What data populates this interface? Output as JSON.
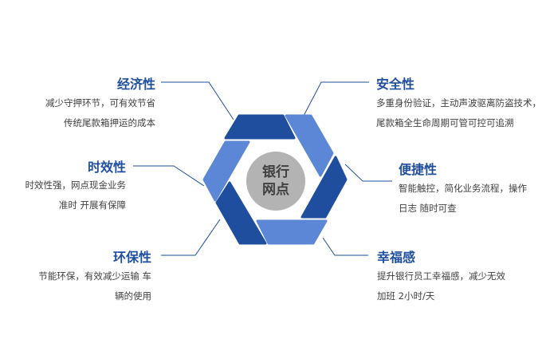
{
  "center": {
    "line1": "银行",
    "line2": "网点"
  },
  "colors": {
    "dark": "#1f4e9f",
    "light": "#5b87d6",
    "circle": "#b3b3b3"
  },
  "items": [
    {
      "title": "经济性",
      "lines": [
        "减少守押环节，可有效节省",
        "传统尾款箱押运的成本"
      ]
    },
    {
      "title": "时效性",
      "lines": [
        "时效性强，网点现金业务",
        "准时 开展有保障"
      ]
    },
    {
      "title": "环保性",
      "lines": [
        "节能环保，有效减少运输 车",
        "辆的使用"
      ]
    },
    {
      "title": "安全性",
      "lines": [
        "多重身份验证，主动声波驱离防盗技术，",
        "尾款箱全生命周期可管可控可追溯"
      ]
    },
    {
      "title": "便捷性",
      "lines": [
        "智能触控，简化业务流程，操作",
        "日志 随时可查"
      ]
    },
    {
      "title": "幸福感",
      "lines": [
        "提升银行员工幸福感，减少无效",
        "加班 2小时/天"
      ]
    }
  ]
}
